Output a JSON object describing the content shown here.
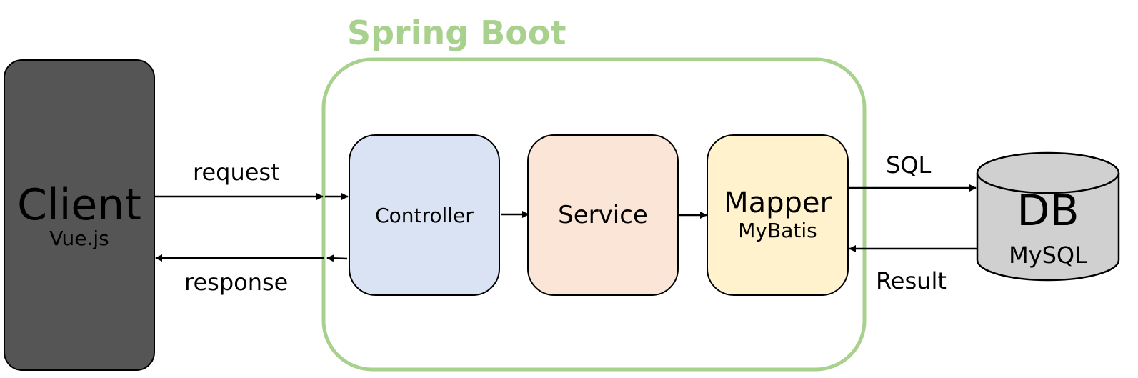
{
  "title": "Spring Boot",
  "client": {
    "name": "Client",
    "tech": "Vue.js"
  },
  "components": {
    "controller": "Controller",
    "service": "Service",
    "mapper": {
      "name": "Mapper",
      "tech": "MyBatis"
    }
  },
  "database": {
    "name": "DB",
    "tech": "MySQL"
  },
  "flows": {
    "request": "request",
    "response": "response",
    "sql": "SQL",
    "result": "Result"
  },
  "colors": {
    "container": "#a9d18e",
    "client": "#555555",
    "controller": "#dae3f3",
    "service": "#fbe5d6",
    "mapper": "#fff2cc",
    "database": "#d0d0d0"
  }
}
